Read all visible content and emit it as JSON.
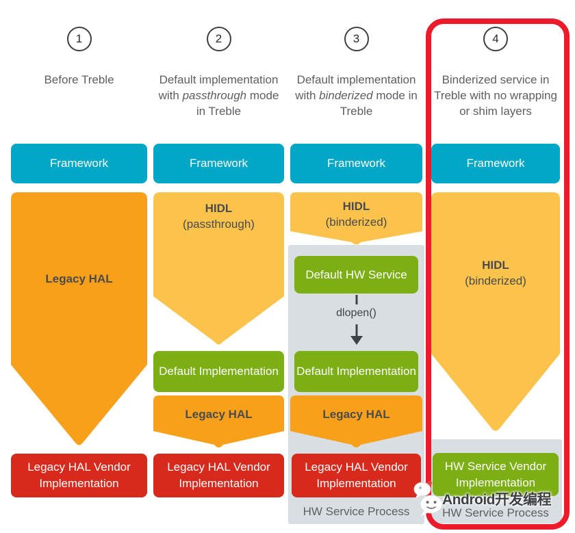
{
  "columns": [
    {
      "number": "1",
      "desc_pre": "Before Treble",
      "desc_italic": "",
      "desc_post": "",
      "framework": "Framework",
      "arrow_title": "Legacy HAL",
      "vendor_box": "Legacy HAL Vendor Implementation"
    },
    {
      "number": "2",
      "desc_pre": "Default implementation with ",
      "desc_italic": "passthrough",
      "desc_post": " mode in Treble",
      "framework": "Framework",
      "hidl_title": "HIDL",
      "hidl_mode": "(passthrough)",
      "default_impl": "Default Implementation",
      "legacy_hal": "Legacy HAL",
      "vendor_box": "Legacy HAL Vendor Implementation"
    },
    {
      "number": "3",
      "desc_pre": "Default implementation with ",
      "desc_italic": "binderized",
      "desc_post": " mode in Treble",
      "framework": "Framework",
      "hidl_title": "HIDL",
      "hidl_mode": "(binderized)",
      "default_hw_service": "Default HW Service",
      "dlopen_label": "dlopen()",
      "default_impl": "Default Implementation",
      "legacy_hal": "Legacy HAL",
      "vendor_box": "Legacy HAL Vendor Implementation",
      "process_label": "HW Service Process"
    },
    {
      "number": "4",
      "desc_pre": "Binderized service in Treble with no wrapping or shim layers",
      "desc_italic": "",
      "desc_post": "",
      "framework": "Framework",
      "hidl_title": "HIDL",
      "hidl_mode": "(binderized)",
      "vendor_box": "HW Service Vendor Implementation",
      "process_label": "HW Service Process"
    }
  ],
  "watermark": {
    "icon": "wechat-icon",
    "text": "Android开发编程"
  },
  "colors": {
    "framework_blue": "#00A7C7",
    "hidl_yellow": "#FBC34B",
    "hal_orange": "#F9A01B",
    "impl_green": "#7CAF14",
    "vendor_red": "#D8291D",
    "process_gray": "#D9DEE2",
    "highlight_red": "#EC1B2B"
  }
}
